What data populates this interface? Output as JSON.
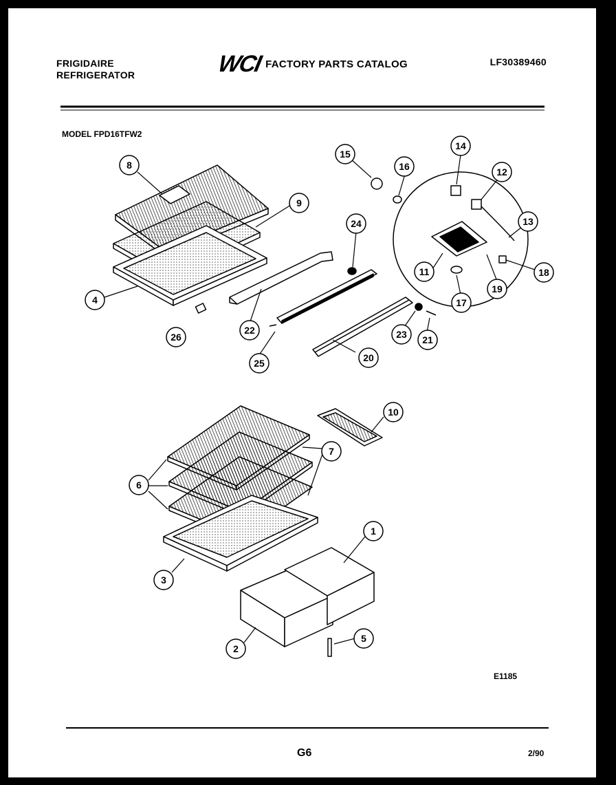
{
  "header": {
    "brand_line1": "FRIGIDAIRE",
    "brand_line2": "REFRIGERATOR",
    "logo_text": "WCI",
    "catalog_title": "FACTORY PARTS CATALOG",
    "part_number": "LF30389460"
  },
  "model": "MODEL FPD16TFW2",
  "diagram_code": "E1185",
  "footer": {
    "page_code": "G6",
    "date": "2/90"
  },
  "callouts": {
    "c1": "1",
    "c2": "2",
    "c3": "3",
    "c4": "4",
    "c5": "5",
    "c6": "6",
    "c7": "7",
    "c8": "8",
    "c9": "9",
    "c10": "10",
    "c11": "11",
    "c12": "12",
    "c13": "13",
    "c14": "14",
    "c15": "15",
    "c16": "16",
    "c17": "17",
    "c18": "18",
    "c19": "19",
    "c20": "20",
    "c21": "21",
    "c22": "22",
    "c23": "23",
    "c24": "24",
    "c25": "25",
    "c26": "26"
  }
}
